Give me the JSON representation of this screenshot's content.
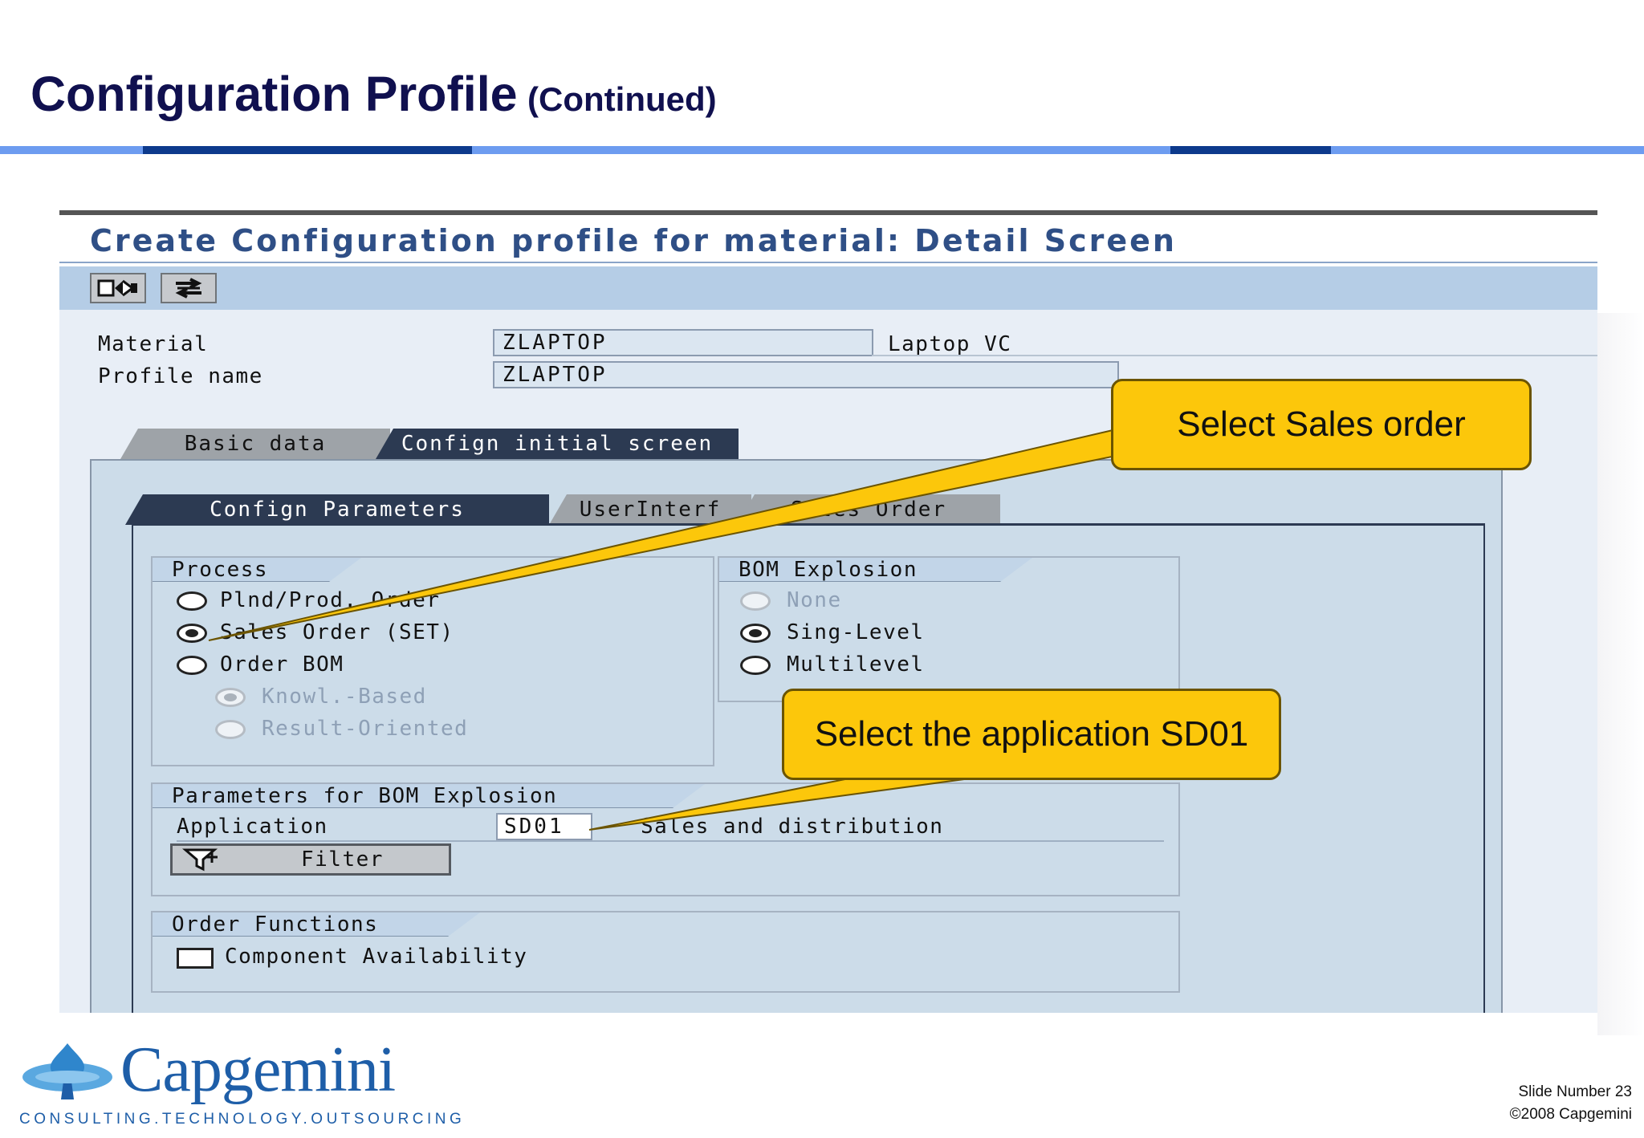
{
  "slide": {
    "title": "Configuration Profile",
    "subtitle": "(Continued)",
    "slide_number": "Slide Number 23",
    "copyright": "©2008 Capgemini"
  },
  "logo": {
    "name": "Capgemini",
    "tagline": "CONSULTING.TECHNOLOGY.OUTSOURCING"
  },
  "sap": {
    "window_title": "Create Configuration profile for material: Detail Screen",
    "toolbar": {
      "icons": [
        "display-change-icon",
        "switch-icon"
      ]
    },
    "material": {
      "label": "Material",
      "value": "ZLAPTOP",
      "description": "Laptop VC"
    },
    "profile": {
      "label": "Profile name",
      "value": "ZLAPTOP"
    },
    "tabs": [
      {
        "label": "Basic data",
        "active": false
      },
      {
        "label": "Confign initial screen",
        "active": true
      }
    ],
    "subtabs": [
      {
        "label": "Confign Parameters",
        "active": true
      },
      {
        "label": "UserInterf",
        "active": false
      },
      {
        "label": "Sales Order",
        "active": false
      }
    ],
    "process": {
      "title": "Process",
      "options": [
        {
          "label": "Plnd/Prod. Order",
          "selected": false,
          "disabled": false
        },
        {
          "label": "Sales Order (SET)",
          "selected": true,
          "disabled": false
        },
        {
          "label": "Order BOM",
          "selected": false,
          "disabled": false
        },
        {
          "label": "Knowl.-Based",
          "selected": true,
          "disabled": true
        },
        {
          "label": "Result-Oriented",
          "selected": false,
          "disabled": true
        }
      ]
    },
    "bom_explosion": {
      "title": "BOM Explosion",
      "options": [
        {
          "label": "None",
          "selected": false,
          "disabled": true
        },
        {
          "label": "Sing-Level",
          "selected": true,
          "disabled": false
        },
        {
          "label": "Multilevel",
          "selected": false,
          "disabled": false
        }
      ]
    },
    "bom_params": {
      "title": "Parameters for BOM Explosion",
      "application_label": "Application",
      "application_value": "SD01",
      "application_desc": "Sales and distribution",
      "filter_label": "Filter"
    },
    "order_functions": {
      "title": "Order Functions",
      "component_availability": {
        "label": "Component Availability",
        "checked": false
      }
    }
  },
  "callouts": {
    "sales_order": "Select Sales order",
    "application": "Select the application SD01"
  },
  "colors": {
    "title": "#10104f",
    "band_light": "#6d9cf0",
    "band_dark": "#0d3a8c",
    "callout": "#fcc70b",
    "sap_title": "#2f4f86"
  }
}
